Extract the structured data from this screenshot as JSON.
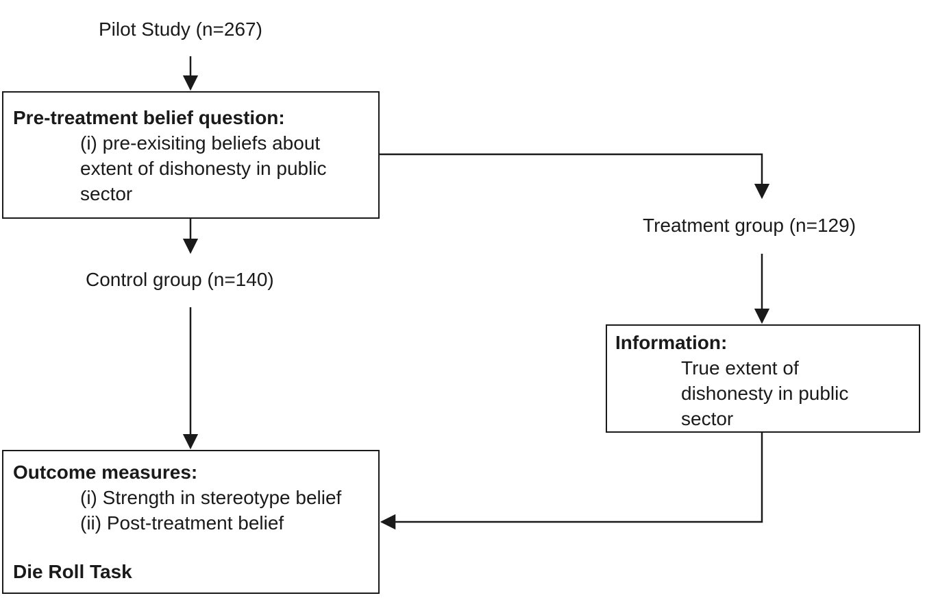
{
  "pilot": {
    "label": "Pilot Study (n=267)"
  },
  "pre_treatment": {
    "heading": "Pre-treatment belief question:",
    "lines": [
      "(i) pre-exisiting beliefs about",
      "extent of dishonesty in public",
      "sector"
    ]
  },
  "treatment_group": {
    "label": "Treatment group (n=129)"
  },
  "control_group": {
    "label": "Control group (n=140)"
  },
  "information": {
    "heading": "Information:",
    "lines": [
      "True extent of",
      "dishonesty in public",
      "sector"
    ]
  },
  "outcome": {
    "heading": "Outcome measures:",
    "lines": [
      "(i) Strength in stereotype belief",
      "(ii) Post-treatment belief"
    ],
    "footer": "Die Roll Task"
  },
  "colors": {
    "stroke": "#1a1a1a",
    "text": "#1a1a1a",
    "background": "#ffffff"
  }
}
